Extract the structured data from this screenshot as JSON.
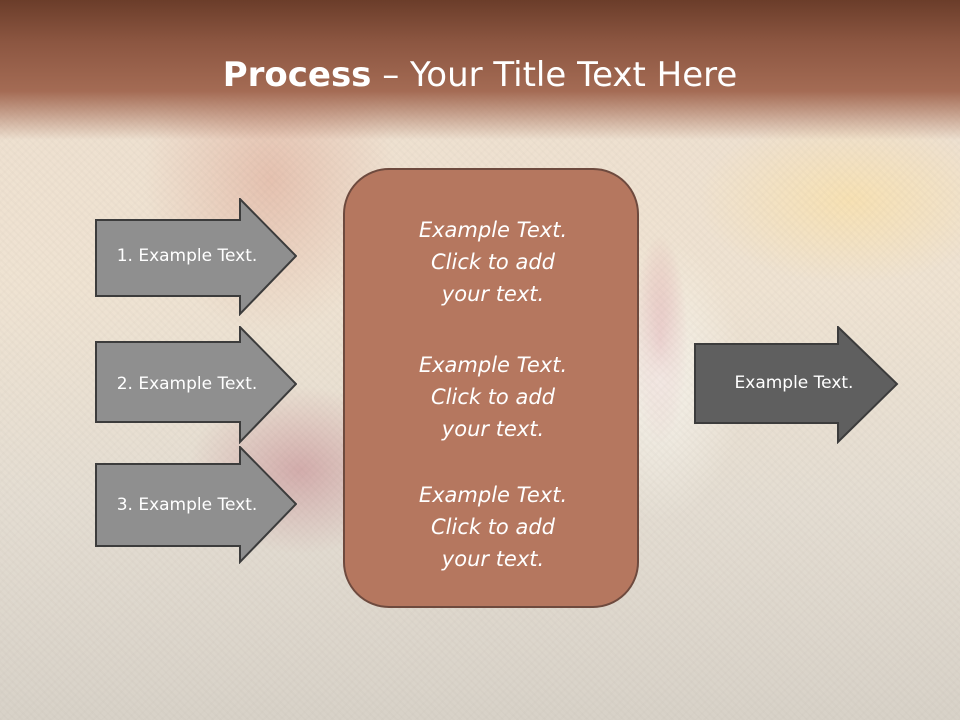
{
  "slide": {
    "title_bold": "Process",
    "title_rest": " – Your Title Text Here"
  },
  "left_steps": [
    {
      "label": "1. Example Text."
    },
    {
      "label": "2. Example Text."
    },
    {
      "label": "3. Example Text."
    }
  ],
  "center_box": {
    "paragraphs": [
      "Example Text.\nClick  to add\nyour text.",
      "Example Text.\nClick  to add\nyour text.",
      "Example Text.\nClick  to add\nyour text."
    ]
  },
  "right_arrow": {
    "label": "Example Text."
  },
  "colors": {
    "header": "#8c5641",
    "left_arrow_fill": "#8f8f8f",
    "right_arrow_fill": "#5f5f5f",
    "center_box_fill": "#b5775f",
    "outline": "#3c3c3c"
  }
}
